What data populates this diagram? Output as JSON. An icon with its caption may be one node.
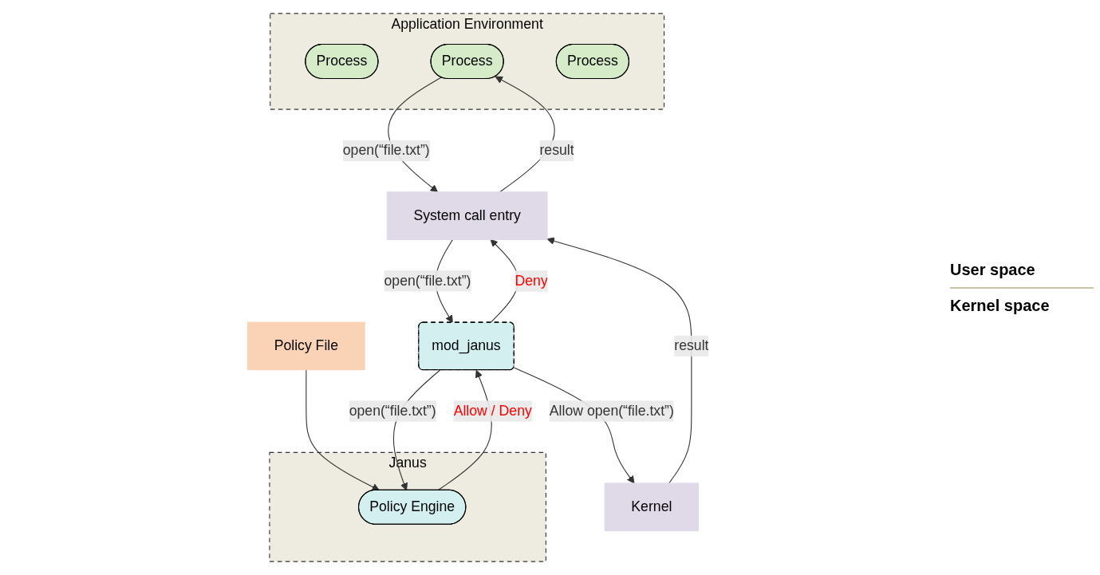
{
  "diagram": {
    "nodes": [
      {
        "text": [
          "Application Environment"
        ]
      },
      {
        "text": [
          "Process"
        ],
        "in": 0
      },
      {
        "text": [
          "Process"
        ],
        "in": 0
      },
      {
        "text": [
          "Process"
        ],
        "in": 0
      },
      {
        "text": [
          "Janus"
        ]
      },
      {
        "text": [
          "Policy Engine"
        ],
        "in": 4
      },
      {
        "text": [
          "Policy File"
        ]
      },
      {
        "text": [
          "System call entry"
        ]
      },
      {
        "text": [
          "mod_janus"
        ]
      },
      {
        "text": [
          "Kernel"
        ]
      }
    ],
    "edges": [
      {
        "from": 2,
        "to": 7,
        "arrow": "to",
        "label": "open(“file.txt”)"
      },
      {
        "from": 7,
        "to": 2,
        "arrow": "to",
        "label": "result"
      },
      {
        "from": 6,
        "to": 5,
        "arrow": "to"
      },
      {
        "from": 7,
        "to": 8,
        "arrow": "to",
        "label": "open(“file.txt”)"
      },
      {
        "from": 8,
        "to": 7,
        "arrow": "to",
        "label": "Deny"
      },
      {
        "from": 8,
        "to": 5,
        "arrow": "to",
        "label": "open(“file.txt”)"
      },
      {
        "from": 5,
        "to": 8,
        "arrow": "to",
        "label": "Allow / Deny"
      },
      {
        "from": 9,
        "to": 7,
        "arrow": "to",
        "label": "result"
      },
      {
        "from": 8,
        "to": 9,
        "arrow": "to",
        "label": "Allow open(“file.txt”)"
      }
    ],
    "labels": [
      "User space",
      "Kernel space"
    ]
  }
}
